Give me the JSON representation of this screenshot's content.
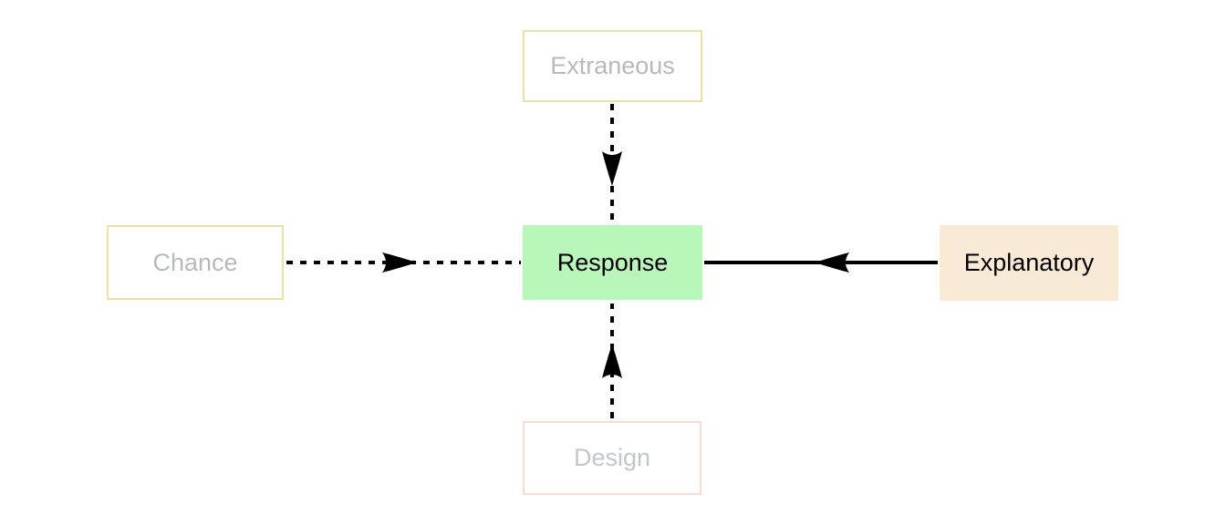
{
  "diagram": {
    "background": "#ffffff",
    "edge_color": "#000000",
    "nodes": {
      "extraneous": {
        "label": "Extraneous",
        "fill": "#ffffff",
        "border": "#eae3a1",
        "text_color": "#b6babd",
        "position": "top"
      },
      "chance": {
        "label": "Chance",
        "fill": "#ffffff",
        "border": "#eae3a1",
        "text_color": "#b6babd",
        "position": "left"
      },
      "response": {
        "label": "Response",
        "fill": "#b9f6b9",
        "border": "none",
        "text_color": "#000000",
        "position": "center"
      },
      "explanatory": {
        "label": "Explanatory",
        "fill": "#f9ead6",
        "border": "none",
        "text_color": "#000000",
        "position": "right"
      },
      "design": {
        "label": "Design",
        "fill": "#ffffff",
        "border": "#fbdcd3",
        "text_color": "#c3c6c9",
        "position": "bottom"
      }
    },
    "edges": [
      {
        "from": "extraneous",
        "to": "response",
        "style": "dashed",
        "direction": "down",
        "color": "#000000"
      },
      {
        "from": "chance",
        "to": "response",
        "style": "dashed",
        "direction": "right",
        "color": "#000000"
      },
      {
        "from": "explanatory",
        "to": "response",
        "style": "solid",
        "direction": "left",
        "color": "#000000"
      },
      {
        "from": "design",
        "to": "response",
        "style": "dashed",
        "direction": "up",
        "color": "#000000"
      }
    ]
  }
}
